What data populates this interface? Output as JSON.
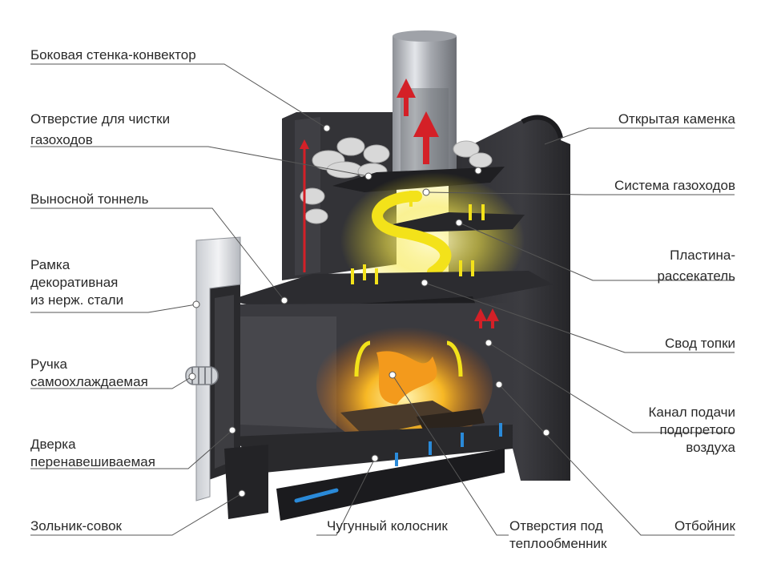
{
  "labels_left": {
    "side_wall": "Боковая стенка-конвектор",
    "cleaning_hole": [
      "Отверстие для чистки",
      "газоходов"
    ],
    "remote_tunnel": "Выносной тоннель",
    "frame": [
      "Рамка",
      "декоративная",
      "из нерж. стали"
    ],
    "handle": [
      "Ручка",
      "самоохлаждаемая"
    ],
    "door": [
      "Дверка",
      "перенавешиваемая"
    ],
    "ash_pan": "Зольник-совок"
  },
  "labels_right": {
    "open_heater": "Открытая каменка",
    "flue_system": "Система газоходов",
    "divider_plate": [
      "Пластина-",
      "рассекатель"
    ],
    "firebox_vault": "Свод топки",
    "air_channel": [
      "Канал подачи",
      "подогретого",
      "воздуха"
    ],
    "deflector": "Отбойник"
  },
  "labels_bottom": {
    "grate": "Чугунный колосник",
    "heat_exchanger_holes": [
      "Отверстия под",
      "теплообменник"
    ]
  },
  "colors": {
    "steel_dark": "#2b2b2e",
    "steel_mid": "#4a4a4f",
    "pipe": "#b9bcc2",
    "flame_yellow": "#f3e21a",
    "fire_orange": "#f08a10",
    "arrow_red": "#d42027",
    "arrow_blue": "#2a8ad9",
    "leader": "#555555"
  }
}
